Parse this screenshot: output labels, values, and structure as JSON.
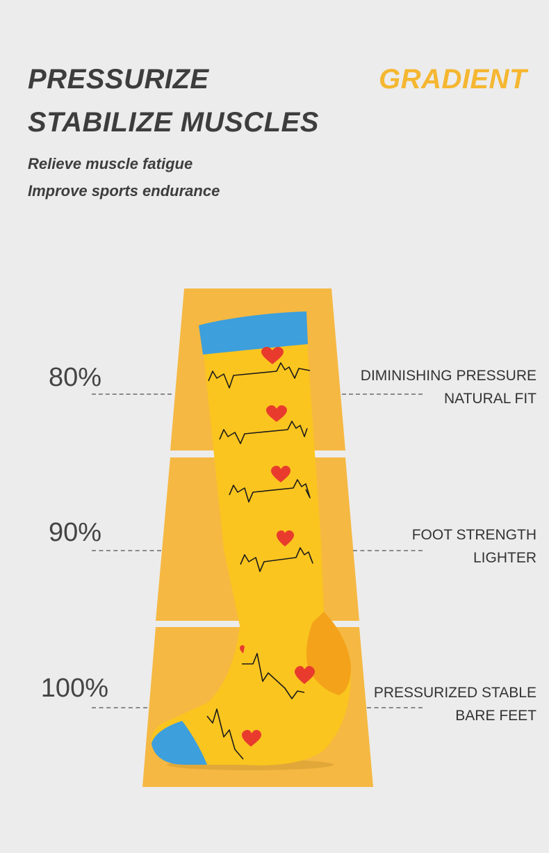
{
  "header": {
    "line1": "PRESSURIZE",
    "line2": "STABILIZE MUSCLES",
    "accent": "GRADIENT",
    "accent_color": "#f5b731",
    "sub1": "Relieve muscle fatigue",
    "sub2": "Improve sports endurance"
  },
  "zones": [
    {
      "percent": "80%",
      "features": [
        "DIMINISHING PRESSURE",
        "NATURAL FIT"
      ]
    },
    {
      "percent": "90%",
      "features": [
        "FOOT STRENGTH",
        "LIGHTER"
      ]
    },
    {
      "percent": "100%",
      "features": [
        "PRESSURIZED  STABLE",
        "BARE FEET"
      ]
    }
  ],
  "colors": {
    "background": "#ececec",
    "zone_fill": "#f5b842",
    "sock_body": "#fbc51f",
    "sock_cuff": "#3d9fdc",
    "heart": "#e83b2d",
    "heartbeat_line": "#1b1b1b"
  }
}
